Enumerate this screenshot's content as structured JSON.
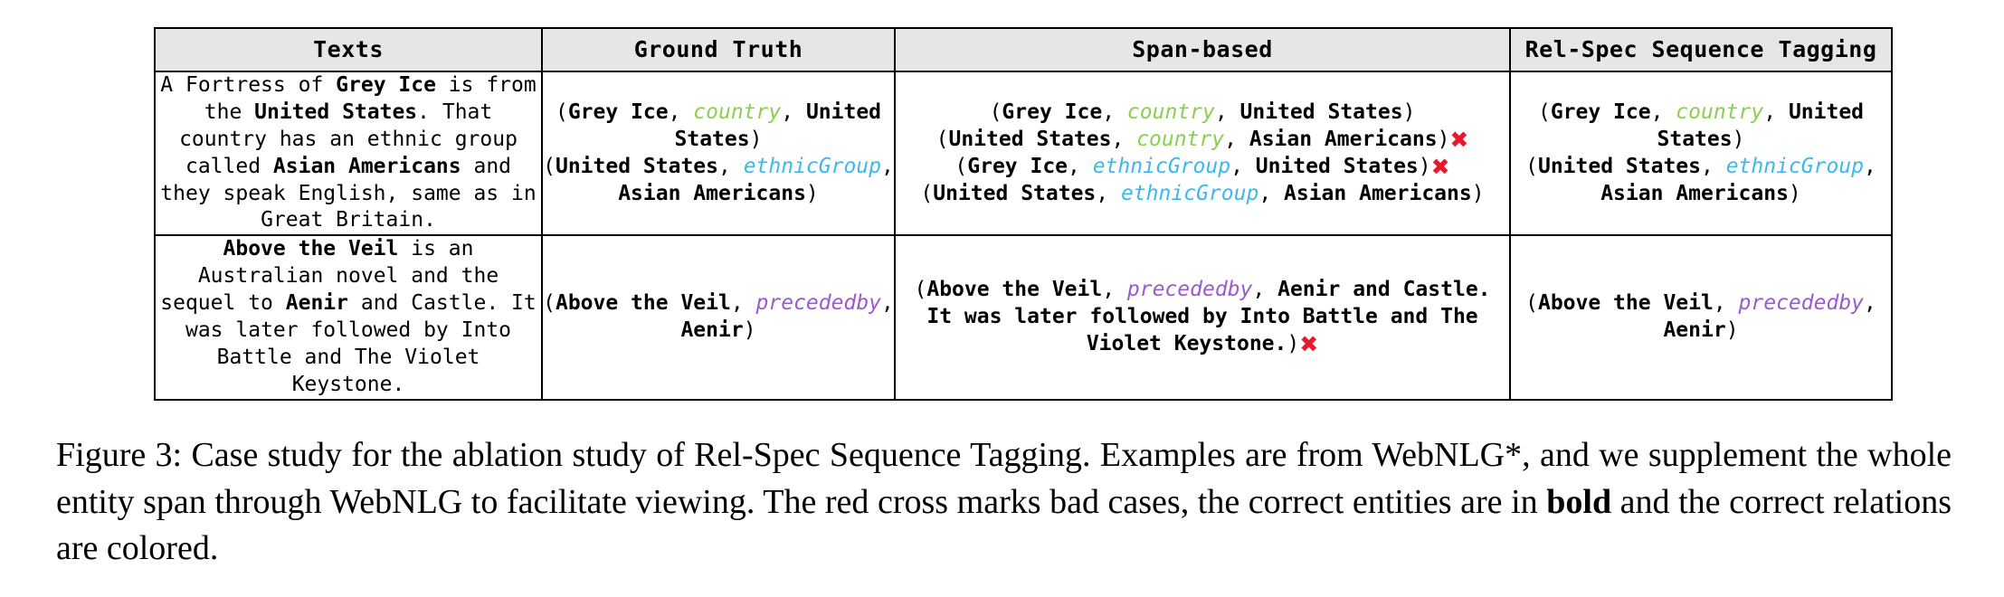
{
  "figure": {
    "table": {
      "columns": [
        {
          "key": "texts",
          "label": "Texts"
        },
        {
          "key": "ground_truth",
          "label": "Ground Truth"
        },
        {
          "key": "span_based",
          "label": "Span-based"
        },
        {
          "key": "rel_spec",
          "label": "Rel-Spec Sequence Tagging"
        }
      ],
      "rows": [
        {
          "texts": {
            "segments": [
              {
                "t": "A Fortress of ",
                "style": "plain"
              },
              {
                "t": "Grey Ice",
                "style": "bold"
              },
              {
                "t": " is from the ",
                "style": "plain"
              },
              {
                "t": "United States",
                "style": "bold"
              },
              {
                "t": ". That country has an ethnic group called ",
                "style": "plain"
              },
              {
                "t": "Asian Americans",
                "style": "bold"
              },
              {
                "t": " and they speak English, same as in Great Britain.",
                "style": "plain"
              }
            ]
          },
          "ground_truth": {
            "triples": [
              {
                "head": "Grey Ice",
                "relation": "country",
                "relation_color": "green",
                "tail": "United States",
                "bad": false
              },
              {
                "head": "United States",
                "relation": "ethnicGroup",
                "relation_color": "cyan",
                "tail": "Asian Americans",
                "bad": false
              }
            ]
          },
          "span_based": {
            "triples": [
              {
                "head": "Grey Ice",
                "relation": "country",
                "relation_color": "green",
                "tail": "United States",
                "bad": false
              },
              {
                "head": "United States",
                "relation": "country",
                "relation_color": "green",
                "tail": "Asian Americans",
                "bad": true
              },
              {
                "head": "Grey Ice",
                "relation": "ethnicGroup",
                "relation_color": "cyan",
                "tail": "United States",
                "bad": true
              },
              {
                "head": "United States",
                "relation": "ethnicGroup",
                "relation_color": "cyan",
                "tail": "Asian Americans",
                "bad": false
              }
            ]
          },
          "rel_spec": {
            "triples": [
              {
                "head": "Grey Ice",
                "relation": "country",
                "relation_color": "green",
                "tail": "United States",
                "bad": false
              },
              {
                "head": "United States",
                "relation": "ethnicGroup",
                "relation_color": "cyan",
                "tail": "Asian Americans",
                "bad": false
              }
            ]
          }
        },
        {
          "texts": {
            "segments": [
              {
                "t": "Above the Veil",
                "style": "bold"
              },
              {
                "t": " is an Australian novel and the sequel to ",
                "style": "plain"
              },
              {
                "t": "Aenir",
                "style": "bold"
              },
              {
                "t": " and Castle. It was later followed by Into Battle and The Violet Keystone.",
                "style": "plain"
              }
            ]
          },
          "ground_truth": {
            "triples": [
              {
                "head": "Above the Veil",
                "relation": "precededby",
                "relation_color": "purple",
                "tail": "Aenir",
                "bad": false
              }
            ]
          },
          "span_based": {
            "triples": [
              {
                "head": "Above the Veil",
                "relation": "precededby",
                "relation_color": "purple",
                "tail": "Aenir and Castle. It was later followed by Into Battle and The Violet Keystone.",
                "bad": true
              }
            ]
          },
          "rel_spec": {
            "triples": [
              {
                "head": "Above the Veil",
                "relation": "precededby",
                "relation_color": "purple",
                "tail": "Aenir",
                "bad": false
              }
            ]
          }
        }
      ]
    },
    "bad_case_marker": "✖",
    "colors": {
      "country": "#8ad04e",
      "ethnicGroup": "#3bb8ef",
      "precededby": "#9b59d0",
      "bad_case_red": "#e8192c",
      "header_background": "#e6e6e6",
      "border": "#000000"
    },
    "caption": {
      "label": "Figure 3:",
      "segments": [
        {
          "t": "Figure 3: Case study for the ablation study of Rel-Spec Sequence Tagging.  Examples are from WebNLG*, and we supplement the whole entity span through WebNLG to facilitate viewing.  The red cross marks bad cases, the correct entities are in ",
          "style": "plain"
        },
        {
          "t": "bold",
          "style": "bold"
        },
        {
          "t": " and the correct relations are colored.",
          "style": "plain"
        }
      ]
    }
  }
}
